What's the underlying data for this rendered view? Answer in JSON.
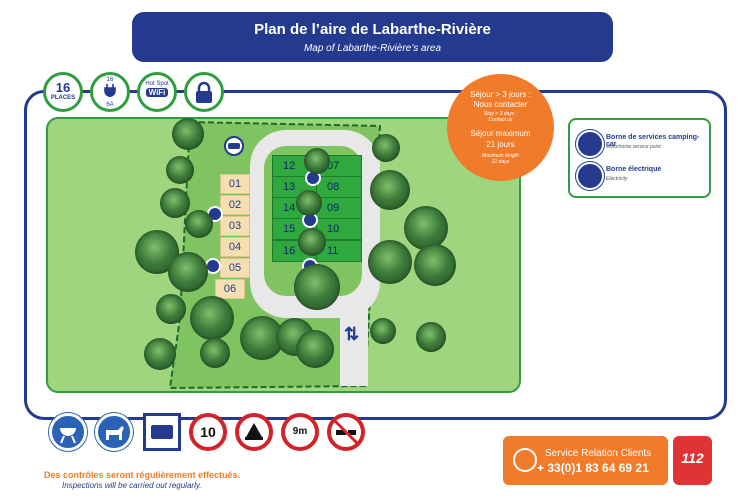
{
  "header": {
    "title": "Plan de l’aire de Labarthe-Rivière",
    "subtitle": "Map of Labarthe-Rivière’s area"
  },
  "top_icons": {
    "places_count": "16",
    "places_label": "PLACES",
    "power_top": "16",
    "power_bottom": "6A",
    "hotspot_label": "Hot Spot",
    "wifi_label": "WiFi"
  },
  "stay_info": {
    "line1": "Séjour > 3 jours :",
    "line2": "Nous contacter",
    "line3": "Stay > 3 days :",
    "line4": "Contact us",
    "line5": "Séjour maximum",
    "line6": "21 jours",
    "line7": "Maximum length",
    "line8": "21 days"
  },
  "legend": {
    "item1_title": "Borne de services camping-car",
    "item1_sub": "Motorhome service point",
    "item2_title": "Borne électrique",
    "item2_sub": "Electricity"
  },
  "pitches_left": [
    "01",
    "02",
    "03",
    "04",
    "05",
    "06"
  ],
  "pitches_right_col1": [
    "12",
    "13",
    "14",
    "15",
    "16"
  ],
  "pitches_right_col2": [
    "07",
    "08",
    "09",
    "10",
    "11"
  ],
  "bottom_signs": {
    "speed_limit": "10",
    "height_limit": "9m"
  },
  "service": {
    "label": "Service Relation Clients",
    "phone": "+ 33(0)1 83 64 69 21"
  },
  "emergency": {
    "number": "112"
  },
  "warnings": {
    "fr": "Des contrôles seront régulièrement effectués.",
    "en": "Inspections will be carried out regularly."
  },
  "colors": {
    "navy": "#233a8f",
    "green": "#2e9e3e",
    "orange": "#f07b2a",
    "red": "#d2232a"
  }
}
